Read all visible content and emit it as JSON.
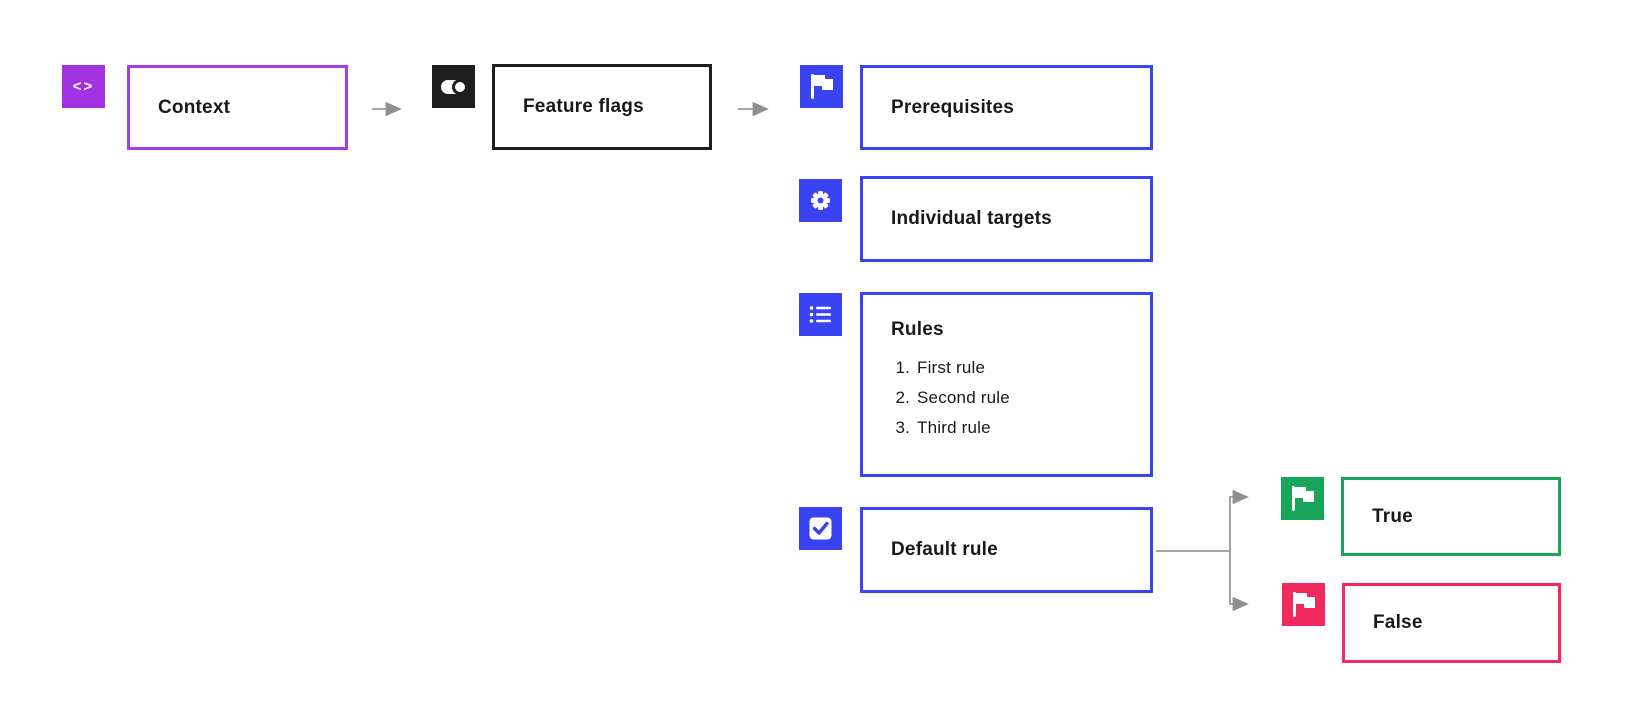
{
  "colors": {
    "purple": "#a232e2",
    "purple-border": "#a43ce8",
    "blue": "#3a43f2",
    "green": "#18a55a",
    "red": "#f2295e",
    "black": "#1e1e1e",
    "arrow": "#9a9a9a",
    "text": "#191919"
  },
  "icons": {
    "code": "<>"
  },
  "nodes": {
    "context": {
      "label": "Context"
    },
    "feature_flags": {
      "label": "Feature flags"
    },
    "prerequisites": {
      "label": "Prerequisites"
    },
    "individual_targets": {
      "label": "Individual targets"
    },
    "rules": {
      "title": "Rules",
      "items": [
        "First rule",
        "Second rule",
        "Third rule"
      ]
    },
    "default_rule": {
      "label": "Default rule"
    },
    "outcome_true": {
      "label": "True"
    },
    "outcome_false": {
      "label": "False"
    }
  }
}
